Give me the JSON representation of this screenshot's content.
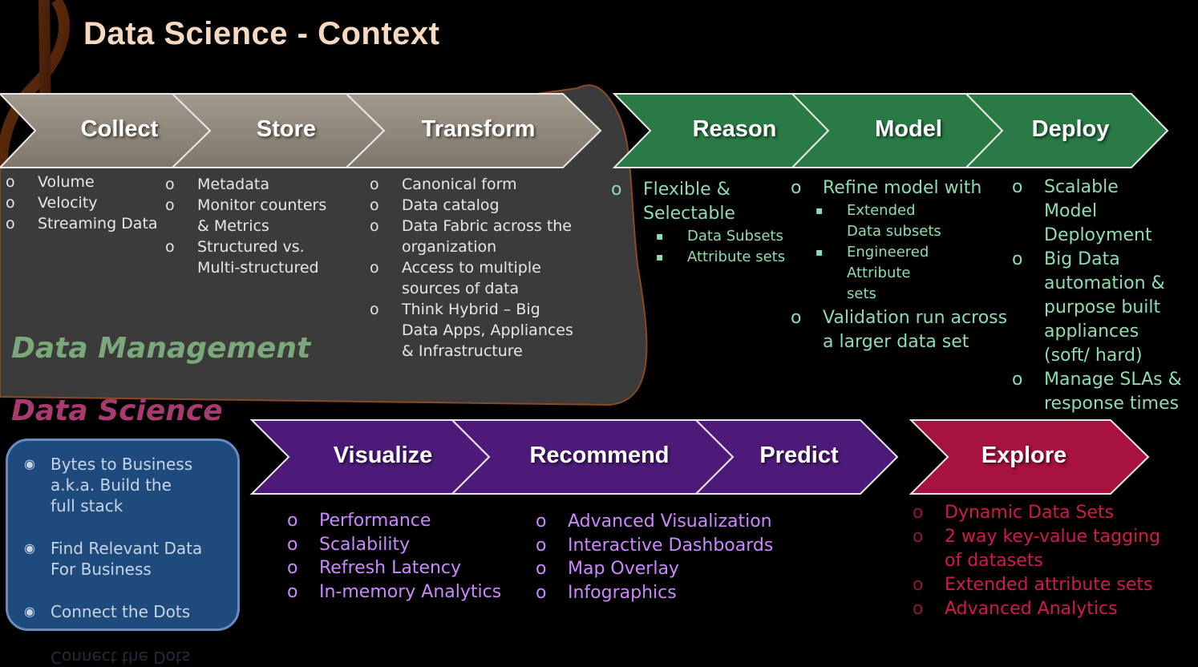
{
  "title": "Data Science - Context",
  "chevrons": {
    "collect": "Collect",
    "store": "Store",
    "transform": "Transform",
    "reason": "Reason",
    "model": "Model",
    "deploy": "Deploy",
    "visualize": "Visualize",
    "recommend": "Recommend",
    "predict": "Predict",
    "explore": "Explore"
  },
  "collect_items": [
    "Volume",
    "Velocity",
    "Streaming Data"
  ],
  "store_items": [
    "Metadata",
    "Monitor counters & Metrics",
    "Structured vs. Multi-structured"
  ],
  "transform_items": [
    "Canonical form",
    "Data catalog",
    "Data Fabric across the organization",
    "Access to multiple sources of data",
    "Think Hybrid – Big Data Apps, Appliances & Infrastructure"
  ],
  "reason": {
    "item": "Flexible & Selectable",
    "sub": [
      "Data Subsets",
      "Attribute sets"
    ]
  },
  "model": {
    "item1": "Refine model with",
    "sub": [
      "Extended Data subsets",
      "Engineered Attribute sets"
    ],
    "item2": "Validation run across a larger data set"
  },
  "deploy_items": [
    "Scalable Model Deployment",
    "Big Data automation & purpose built appliances (soft/ hard)",
    "Manage SLAs & response times"
  ],
  "labels": {
    "data_management": "Data Management",
    "data_science": "Data Science"
  },
  "bluebox_items": [
    "Bytes to Business a.k.a. Build the full stack",
    "Find Relevant Data For Business",
    "Connect the Dots"
  ],
  "bluebox_reflection": "Connect the Dots",
  "visualize_items": [
    "Performance",
    "Scalability",
    "Refresh Latency",
    "In-memory Analytics"
  ],
  "recommend_items": [
    "Advanced Visualization",
    "Interactive Dashboards",
    "Map Overlay",
    "Infographics"
  ],
  "explore_items": [
    "Dynamic Data Sets",
    "2 way key-value tagging of datasets",
    "Extended attribute sets",
    "Advanced Analytics"
  ],
  "colors": {
    "title": "#f8d9c0",
    "grey_chevron": "#8f877b",
    "green_chevron": "#2a7a45",
    "purple_chevron": "#4e1a7a",
    "red_chevron": "#a8123e",
    "blue_box": "#1e4a7e"
  }
}
